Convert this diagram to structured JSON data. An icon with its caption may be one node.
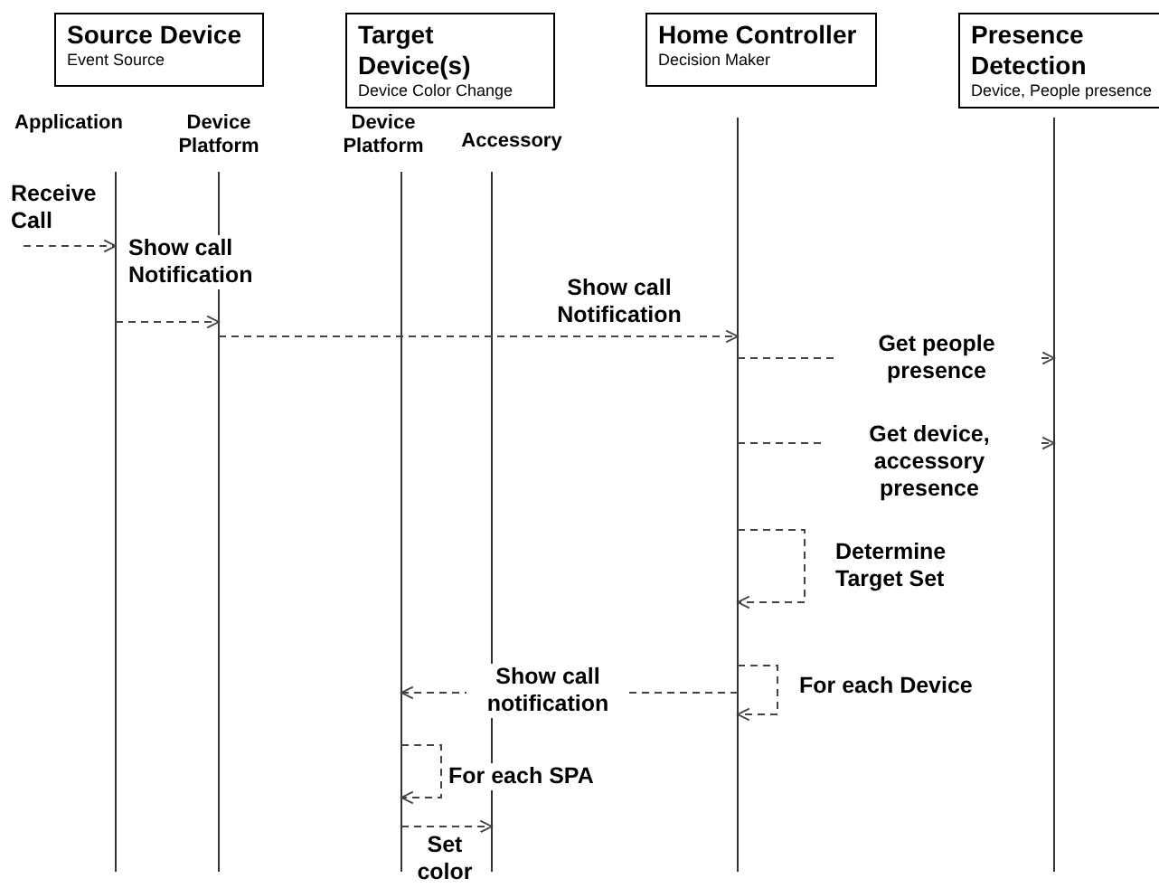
{
  "diagram": {
    "nodes": [
      {
        "text": [
          "Source Device",
          "Event Source"
        ]
      },
      {
        "text": [
          "Target Device(s)",
          "Device Color Change"
        ]
      },
      {
        "text": [
          "Home Controller",
          "Decision Maker"
        ]
      },
      {
        "text": [
          "Presence Detection",
          "Device, People presence"
        ]
      },
      {
        "text": [
          "Application"
        ]
      },
      {
        "text": [
          "Device Platform"
        ]
      },
      {
        "text": [
          "Device Platform"
        ]
      },
      {
        "text": [
          "Accessory"
        ]
      }
    ],
    "edges": [
      {
        "from": null,
        "to": 4,
        "arrow": "to",
        "label": "Receive Call",
        "style": "dashed"
      },
      {
        "from": 4,
        "to": 5,
        "arrow": "to",
        "label": "Show call Notification",
        "style": "dashed"
      },
      {
        "from": 5,
        "to": 2,
        "arrow": "to",
        "label": "Show call Notification",
        "style": "dashed"
      },
      {
        "from": 2,
        "to": 3,
        "arrow": "to",
        "label": "Get people presence",
        "style": "dashed"
      },
      {
        "from": 2,
        "to": 3,
        "arrow": "to",
        "label": "Get device, accessory presence",
        "style": "dashed"
      },
      {
        "from": 2,
        "to": 2,
        "arrow": "to",
        "label": "Determine Target Set",
        "style": "dashed"
      },
      {
        "from": 2,
        "to": 2,
        "arrow": "to",
        "label": "For each Device",
        "style": "dashed"
      },
      {
        "from": 2,
        "to": 6,
        "arrow": "to",
        "label": "Show call notification",
        "style": "dashed"
      },
      {
        "from": 6,
        "to": 6,
        "arrow": "to",
        "label": "For each SPA",
        "style": "dashed"
      },
      {
        "from": 6,
        "to": 7,
        "arrow": "to",
        "label": "Set color",
        "style": "dashed"
      }
    ]
  }
}
